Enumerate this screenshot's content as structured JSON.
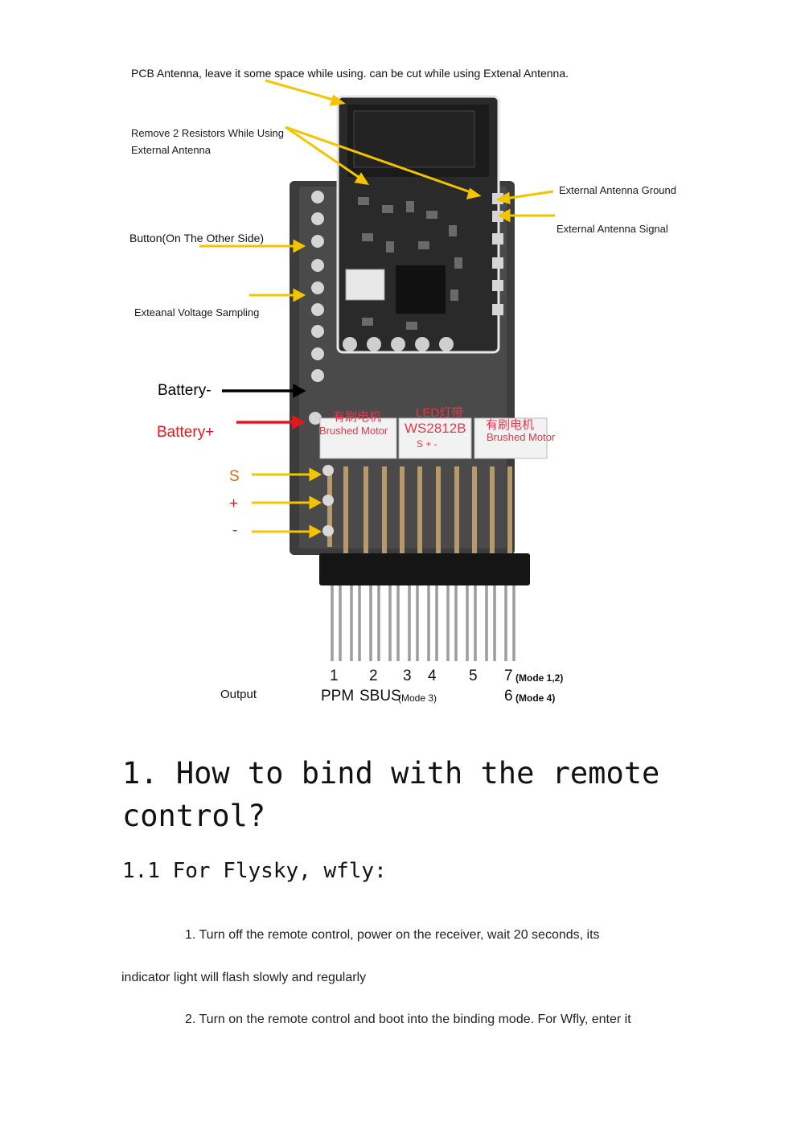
{
  "annotations": {
    "pcb_antenna": "PCB Antenna, leave it some space while using.  can be cut while using Extenal Antenna.",
    "remove_resistors_line1": "Remove 2 Resistors While Using",
    "remove_resistors_line2": "External Antenna",
    "ext_antenna_ground": "External Antenna Ground",
    "ext_antenna_signal": "External Antenna Signal",
    "button": "Button(On The Other Side)",
    "voltage_sampling": "Exteanal Voltage Sampling",
    "battery_minus": "Battery-",
    "battery_plus": "Battery+",
    "servo_s": "S",
    "servo_plus": "+",
    "servo_minus": "-",
    "output": "Output"
  },
  "board_labels": {
    "motor1_cn": "有刷电机",
    "motor1_en": "Brushed Motor",
    "led_cn": "LED灯带",
    "led_model": "WS2812B",
    "led_pins": "S + -",
    "motor2_cn": "有刷电机",
    "motor2_en": "Brushed Motor"
  },
  "pins": {
    "p1": "1",
    "p2": "2",
    "p3": "3",
    "p4": "4",
    "p5": "5",
    "p7": "7",
    "p7_mode": "(Mode 1,2)",
    "ppm": "PPM",
    "sbus": "SBUS",
    "sbus_mode": "(Mode 3)",
    "p6": "6",
    "p6_mode": "(Mode 4)"
  },
  "section": {
    "heading": "1. How to bind with the remote control?",
    "subheading": "1.1 For Flysky, wfly:",
    "step1_a": "1. Turn off the remote control, power on the receiver, wait 20 seconds, its",
    "step1_b": "indicator light will flash slowly and regularly",
    "step2_a": "2. Turn on the remote control and boot into the binding mode. For Wfly, enter it"
  },
  "colors": {
    "arrow_yellow": "#f5c400",
    "arrow_black": "#000000",
    "arrow_red": "#e8141e",
    "label_orange": "#e26b12",
    "label_red": "#e8364b"
  }
}
